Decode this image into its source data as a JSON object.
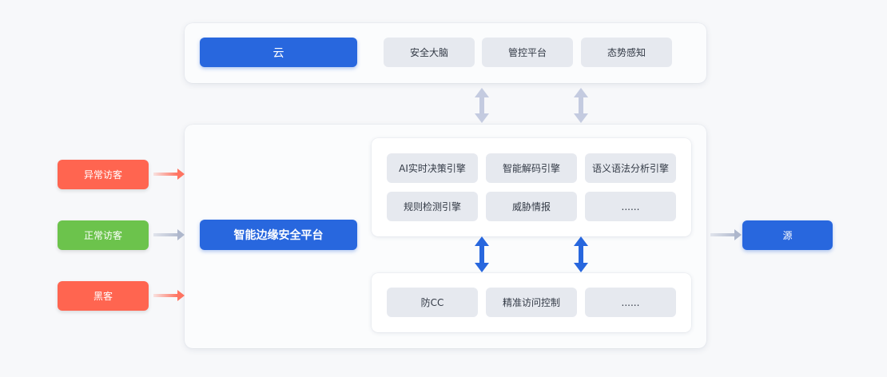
{
  "cloud": {
    "title": "云",
    "items": [
      "安全大脑",
      "管控平台",
      "态势感知"
    ]
  },
  "platform": {
    "title": "智能边缘安全平台",
    "engines": [
      "AI实时决策引擎",
      "智能解码引擎",
      "语义语法分析引擎",
      "规则检测引擎",
      "威胁情报",
      "......"
    ],
    "controls": [
      "防CC",
      "精准访问控制",
      "......"
    ]
  },
  "visitors": [
    {
      "label": "异常访客",
      "color": "#ff6550"
    },
    {
      "label": "正常访客",
      "color": "#6cc34c"
    },
    {
      "label": "黑客",
      "color": "#ff6550"
    }
  ],
  "source": {
    "label": "源"
  },
  "colors": {
    "primary": "#2867de",
    "threat": "#ff6550",
    "normal": "#6cc34c",
    "threat_arrow": "#f38a7c",
    "normal_arrow": "#c8cede",
    "sync_arrow": "#c4cbe0",
    "flow_arrow": "#2867de"
  }
}
